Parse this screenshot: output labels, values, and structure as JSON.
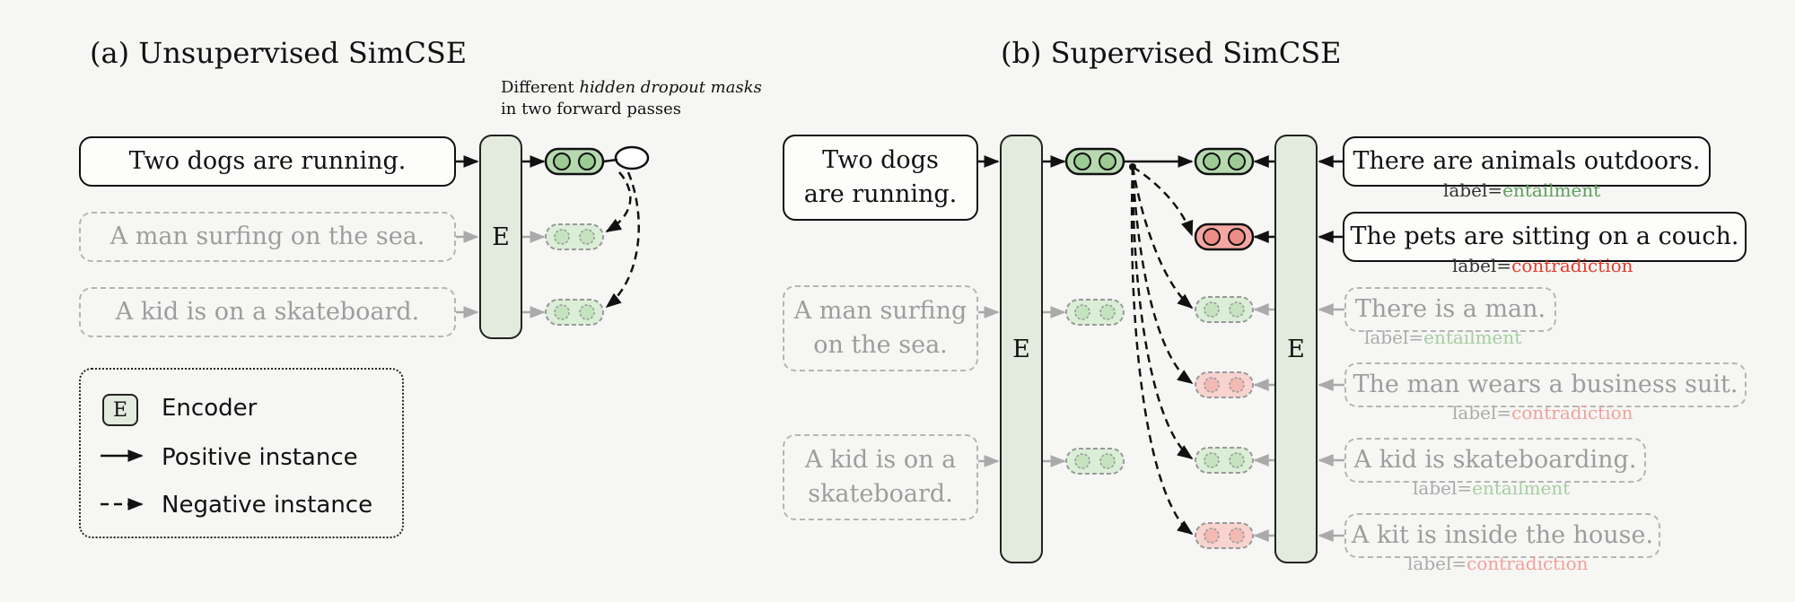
{
  "panel_a": {
    "title": "(a) Unsupervised SimCSE",
    "note_line1_pre": "Different ",
    "note_line1_em": "hidden dropout masks",
    "note_line2": "in two forward passes",
    "encoder_label": "E",
    "sentences": [
      "Two dogs are running.",
      "A man surfing on the sea.",
      "A kid is on a skateboard."
    ]
  },
  "legend": {
    "encoder_symbol": "E",
    "encoder_label": "Encoder",
    "positive_label": "Positive instance",
    "negative_label": "Negative instance"
  },
  "panel_b": {
    "title": "(b) Supervised SimCSE",
    "encoder_left_label": "E",
    "encoder_right_label": "E",
    "inputs": [
      {
        "line1": "Two dogs",
        "line2": "are running."
      },
      {
        "line1": "A man surfing",
        "line2": "on the sea."
      },
      {
        "line1": "A kid is on a",
        "line2": "skateboard."
      }
    ],
    "pairs": [
      {
        "text": "There are animals outdoors.",
        "label_prefix": "label=",
        "label": "entailment"
      },
      {
        "text": "The pets are sitting on a couch.",
        "label_prefix": "label=",
        "label": "contradiction"
      },
      {
        "text": "There is a man.",
        "label_prefix": "label=",
        "label": "entailment"
      },
      {
        "text": "The man wears a business suit.",
        "label_prefix": "label=",
        "label": "contradiction"
      },
      {
        "text": "A kid is skateboarding.",
        "label_prefix": "label=",
        "label": "entailment"
      },
      {
        "text": "A kit is inside the house.",
        "label_prefix": "label=",
        "label": "contradiction"
      }
    ]
  },
  "colors": {
    "embed_fill": "#b7d9b0",
    "embed_neg_fill": "#f4a8a4",
    "entailment": "#5aa05a",
    "contradiction": "#e03c2c"
  }
}
